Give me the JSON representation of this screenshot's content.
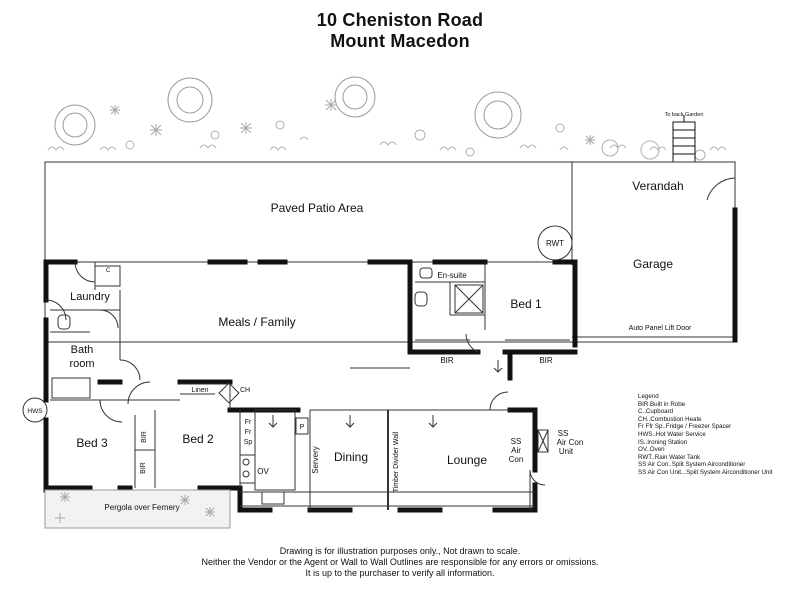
{
  "header": {
    "address_line1": "10 Cheniston Road",
    "address_line2": "Mount  Macedon"
  },
  "labels": {
    "to_back_garden": "To back Garden",
    "verandah": "Verandah",
    "paved_patio": "Paved Patio Area",
    "rwt": "RWT",
    "garage": "Garage",
    "auto_panel": "Auto Panel Lift Door",
    "laundry": "Laundry",
    "c": "C",
    "bath_1": "Bath",
    "bath_2": "room",
    "meals_family": "Meals / Family",
    "en_suite": "En-suite",
    "bed1": "Bed 1",
    "bir_bed1": "BIR",
    "bir_bed1b": "BIR",
    "linen": "Linen",
    "ch": "CH",
    "hws": "HWS",
    "bed3": "Bed 3",
    "bir_bed3a": "BIR",
    "bir_bed3b": "BIR",
    "bed2": "Bed 2",
    "fr1": "Fr",
    "fr2": "Fr",
    "fr3": "Sp",
    "p": "P",
    "ov": "OV",
    "servery": "Servery",
    "dining": "Dining",
    "timber_wall": "Timber Divider Wall",
    "lounge": "Lounge",
    "ss_in_1": "SS",
    "ss_in_2": "Air",
    "ss_in_3": "Con",
    "ss_out_1": "SS",
    "ss_out_2": "Air Con",
    "ss_out_3": "Unit",
    "pergola": "Pergola over Fernery"
  },
  "legend": {
    "title": "Legend",
    "items": [
      "BIR.Built in Robe",
      "C..Cupboard",
      "CH..Combustion Heate",
      "Fr Ffr Sp..Fridge / Freezer Spacer",
      "HWS..Hot Water Service",
      "IS..Ironing Station",
      "OV..Oven",
      "RWT..Rain Water Tank",
      "SS Air Con..Split System Airconditioner",
      "SS Air Con Unit...Split System Airconditioner Unit"
    ]
  },
  "disclaimer": [
    "Drawing is for illustration purposes only., Not drawn to scale.",
    "Neither the Vendor or the Agent or Wall to Wall Outlines are responsible for any errors or omissions.",
    "It is up to the purchaser to verify all information."
  ],
  "colors": {
    "wall": "#111111",
    "line": "#333333",
    "foliage": "#9a9a9a",
    "pergola_fill": "#f2f2f2"
  }
}
